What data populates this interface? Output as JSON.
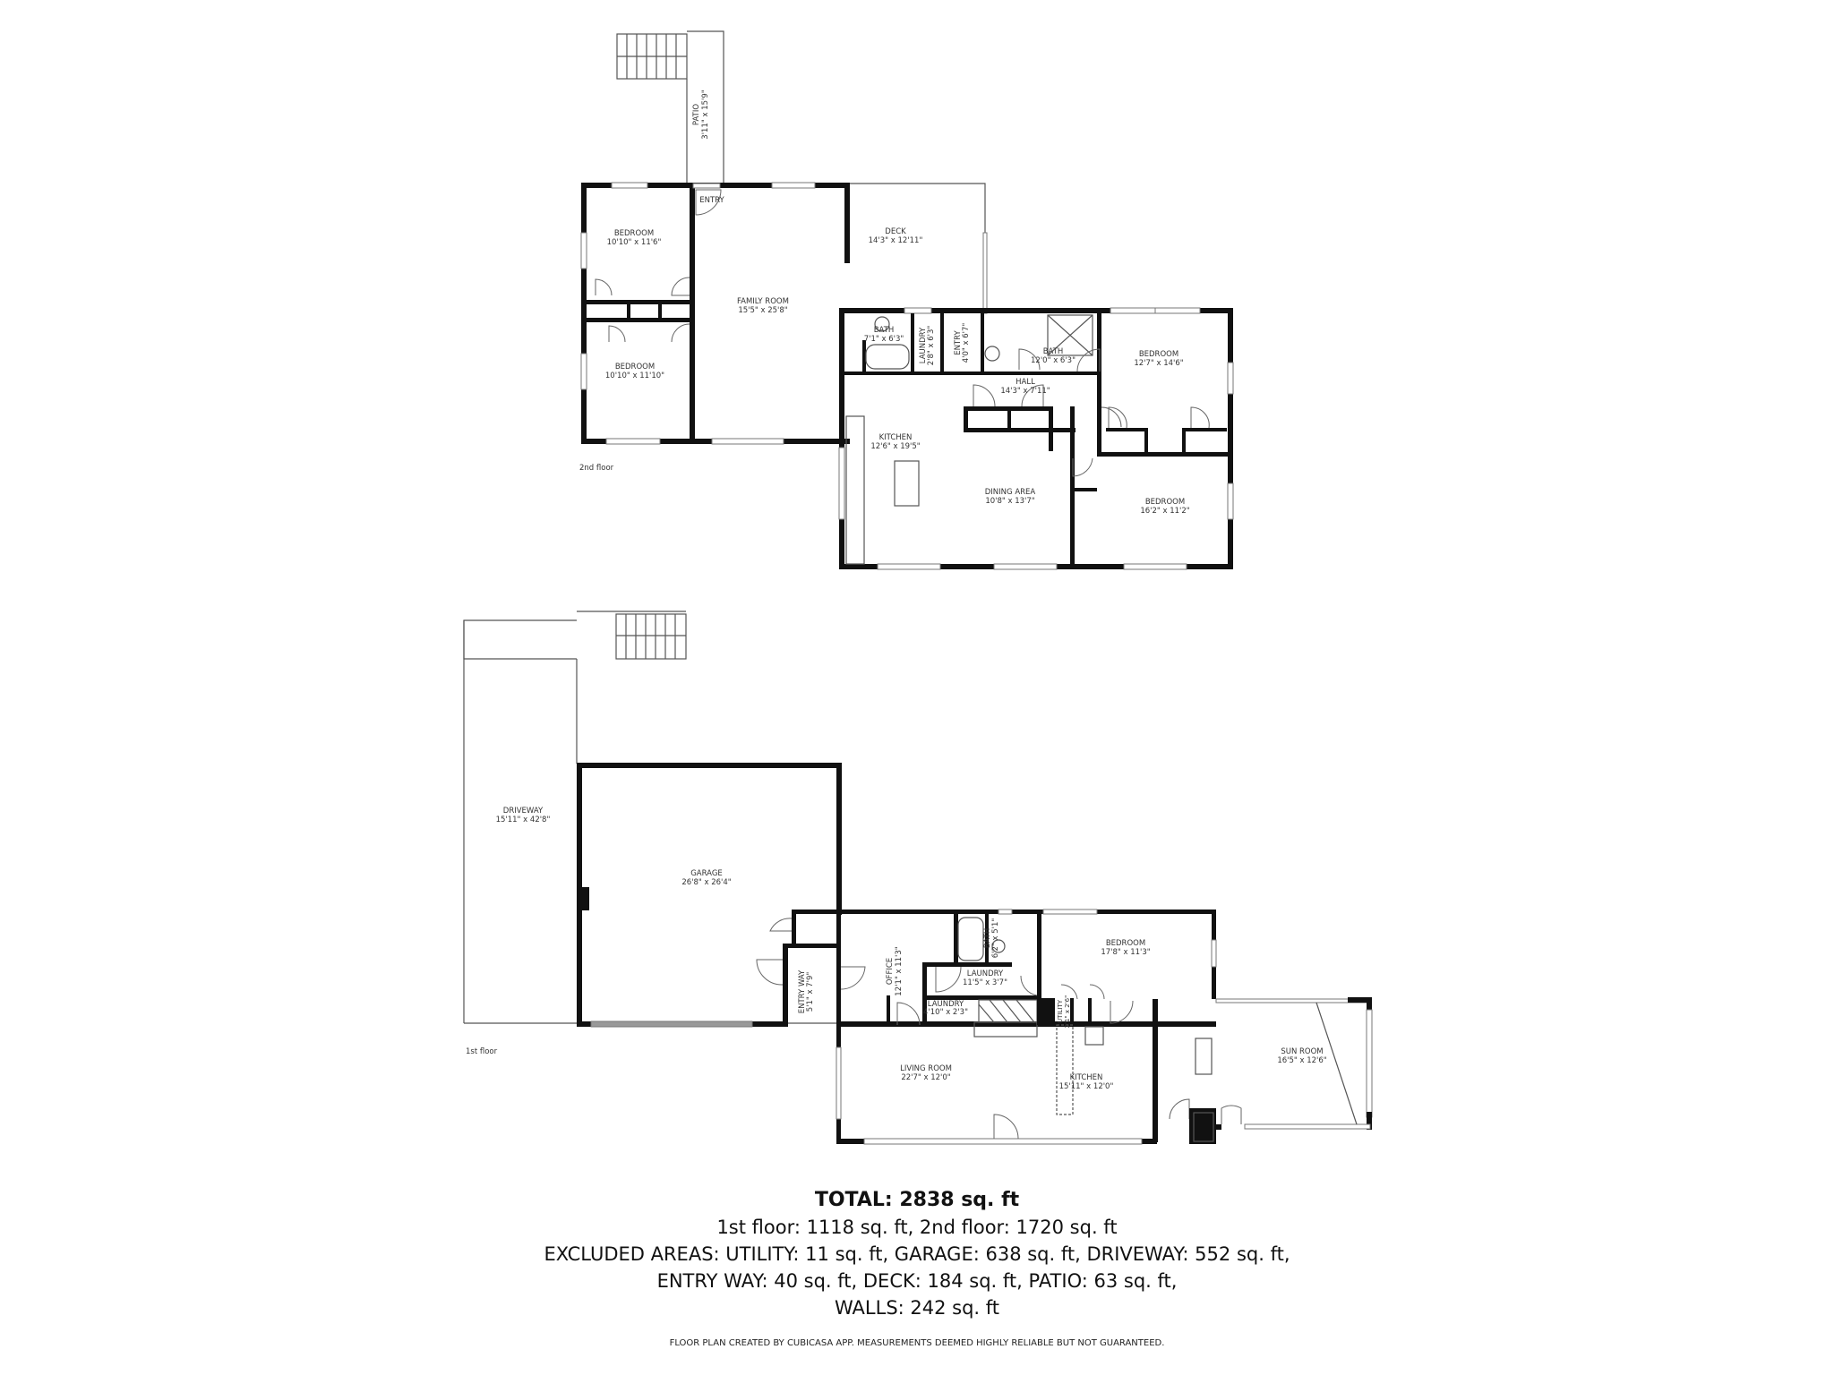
{
  "floors": {
    "second": {
      "label": "2nd floor",
      "rooms": {
        "patio": {
          "name": "PATIO",
          "dims": "3'11\" x 15'9\""
        },
        "entry_top": {
          "name": "ENTRY"
        },
        "bedroom_nw": {
          "name": "BEDROOM",
          "dims": "10'10\" x 11'6\""
        },
        "bedroom_sw": {
          "name": "BEDROOM",
          "dims": "10'10\" x 11'10\""
        },
        "family_room": {
          "name": "FAMILY ROOM",
          "dims": "15'5\" x 25'8\""
        },
        "deck": {
          "name": "DECK",
          "dims": "14'3\" x 12'11\""
        },
        "bath_a": {
          "name": "BATH",
          "dims": "7'1\" x 6'3\""
        },
        "laundry": {
          "name": "LAUNDRY",
          "dims": "2'8\" x 6'3\""
        },
        "entry_mid": {
          "name": "ENTRY",
          "dims": "4'0\" x 6'7\""
        },
        "bath_b": {
          "name": "BATH",
          "dims": "12'0\" x 6'3\""
        },
        "hall": {
          "name": "HALL",
          "dims": "14'3\" x 7'11\""
        },
        "bedroom_ne": {
          "name": "BEDROOM",
          "dims": "12'7\" x 14'6\""
        },
        "kitchen": {
          "name": "KITCHEN",
          "dims": "12'6\" x 19'5\""
        },
        "dining": {
          "name": "DINING AREA",
          "dims": "10'8\" x 13'7\""
        },
        "bedroom_se": {
          "name": "BEDROOM",
          "dims": "16'2\" x 11'2\""
        }
      }
    },
    "first": {
      "label": "1st floor",
      "rooms": {
        "driveway": {
          "name": "DRIVEWAY",
          "dims": "15'11\" x 42'8\""
        },
        "garage": {
          "name": "GARAGE",
          "dims": "26'8\" x 26'4\""
        },
        "entry_way": {
          "name": "ENTRY WAY",
          "dims": "5'1\" x 7'9\""
        },
        "office": {
          "name": "OFFICE",
          "dims": "12'1\" x 11'3\""
        },
        "bath": {
          "name": "BATH",
          "dims": "6'2\" x 5'1\""
        },
        "laundry_a": {
          "name": "LAUNDRY",
          "dims": "11'5\" x 3'7\""
        },
        "laundry_b": {
          "name": "LAUNDRY",
          "dims": "4'10\" x 2'3\""
        },
        "utility": {
          "name": "UTILITY",
          "dims": "2'1\" x 2'6\""
        },
        "bedroom": {
          "name": "BEDROOM",
          "dims": "17'8\" x 11'3\""
        },
        "living_room": {
          "name": "LIVING ROOM",
          "dims": "22'7\" x 12'0\""
        },
        "kitchen": {
          "name": "KITCHEN",
          "dims": "15'11\" x 12'0\""
        },
        "sun_room": {
          "name": "SUN ROOM",
          "dims": "16'5\" x 12'6\""
        }
      }
    }
  },
  "summary": {
    "total": "TOTAL: 2838 sq. ft",
    "floors_line": "1st floor: 1118 sq. ft, 2nd floor: 1720 sq. ft",
    "excluded_line1": "EXCLUDED AREAS: UTILITY: 11 sq. ft, GARAGE: 638 sq. ft, DRIVEWAY: 552 sq. ft,",
    "excluded_line2": "ENTRY WAY: 40 sq. ft, DECK: 184 sq. ft, PATIO: 63 sq. ft,",
    "excluded_line3": "WALLS: 242 sq. ft"
  },
  "disclaimer": "FLOOR PLAN CREATED BY CUBICASA APP. MEASUREMENTS DEEMED HIGHLY RELIABLE BUT NOT GUARANTEED."
}
